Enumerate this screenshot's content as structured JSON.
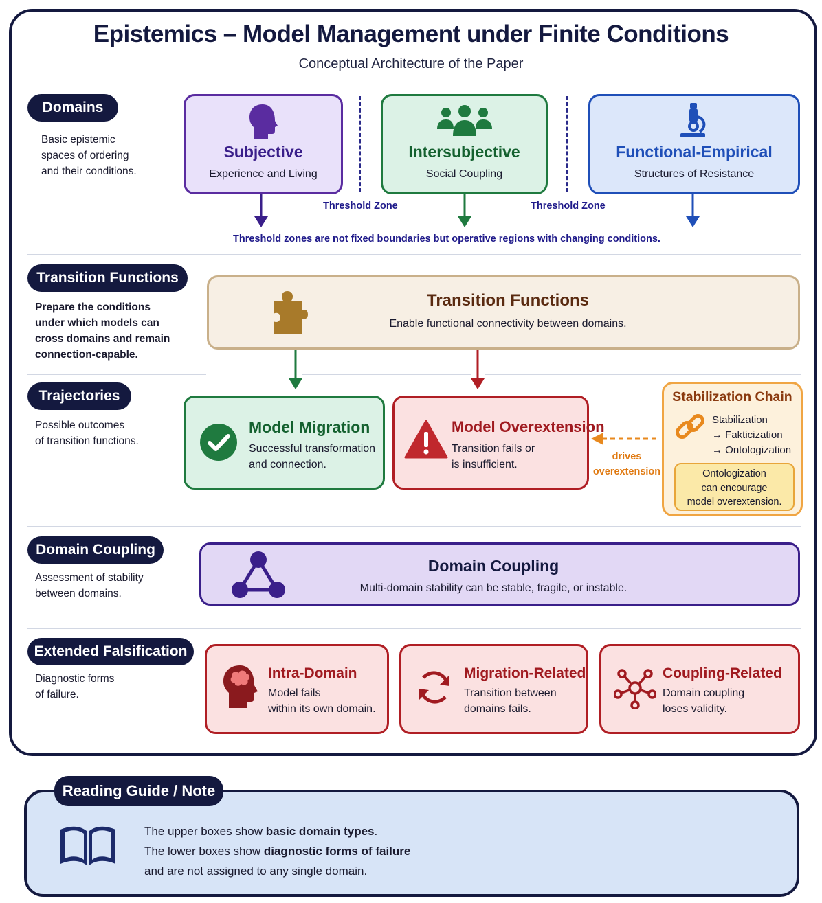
{
  "title": "Epistemics – Model Management under Finite Conditions",
  "subtitle": "Conceptual Architecture of the Paper",
  "sections": {
    "domains": {
      "label": "Domains",
      "desc": [
        "Basic epistemic",
        "spaces of ordering",
        "and their conditions."
      ]
    },
    "transition": {
      "label": "Transition Functions",
      "desc": [
        "Prepare the conditions",
        "under which models can",
        "cross domains and remain",
        "connection-capable."
      ]
    },
    "trajectories": {
      "label": "Trajectories",
      "desc": [
        "Possible outcomes",
        "of transition functions."
      ]
    },
    "coupling": {
      "label": "Domain Coupling",
      "desc": [
        "Assessment of stability",
        "between domains."
      ]
    },
    "falsification": {
      "label": "Extended Falsification",
      "desc": [
        "Diagnostic forms",
        "of failure."
      ]
    }
  },
  "domain_boxes": [
    {
      "title": "Subjective",
      "text": "Experience and Living",
      "icon": "head-icon"
    },
    {
      "title": "Intersubjective",
      "text": "Social Coupling",
      "icon": "group-icon"
    },
    {
      "title": "Functional-Empirical",
      "text": "Structures of Resistance",
      "icon": "microscope-icon"
    }
  ],
  "threshold_label": "Threshold Zone",
  "threshold_note": "Threshold zones are not fixed boundaries but operative regions with changing conditions.",
  "transition_box": {
    "title": "Transition Functions",
    "text": "Enable functional connectivity between domains.",
    "icon": "puzzle-icon"
  },
  "migration": {
    "title": "Model Migration",
    "text": [
      "Successful transformation",
      "and connection."
    ],
    "icon": "check-icon"
  },
  "overextension": {
    "title": "Model Overextension",
    "text": [
      "Transition fails or",
      "is insufficient."
    ],
    "icon": "warning-icon"
  },
  "drives": [
    "drives",
    "overextension"
  ],
  "stabilization": {
    "title": "Stabilization Chain",
    "steps": [
      "Stabilization",
      "→ Fakticization",
      "→ Ontologization"
    ],
    "note": [
      "Ontologization",
      "can encourage",
      "model overextension."
    ],
    "icon": "link-icon"
  },
  "coupling_box": {
    "title": "Domain Coupling",
    "text": "Multi-domain stability can be stable, fragile, or instable.",
    "icon": "network-triangle-icon"
  },
  "failures": [
    {
      "title": "Intra-Domain",
      "text": [
        "Model fails",
        "within its own domain."
      ],
      "icon": "brain-head-icon"
    },
    {
      "title": "Migration-Related",
      "text": [
        "Transition between",
        "domains fails."
      ],
      "icon": "cycle-icon"
    },
    {
      "title": "Coupling-Related",
      "text": [
        "Domain coupling",
        "loses validity."
      ],
      "icon": "hub-icon"
    }
  ],
  "guide": {
    "label": "Reading Guide / Note",
    "line1_pre": "The upper boxes show ",
    "line1_bold": "basic domain types",
    "line1_post": ".",
    "line2_pre": "The lower boxes show ",
    "line2_bold": "diagnostic forms of failure",
    "line3": "and are not assigned to any single domain.",
    "icon": "book-icon"
  },
  "colors": {
    "navy": "#14193f",
    "purple": "#5a2ca0",
    "green": "#1f7a3f",
    "blue": "#1f4fb8",
    "tan": "#b89a6a",
    "red": "#c0282d",
    "orange": "#e8891e"
  }
}
